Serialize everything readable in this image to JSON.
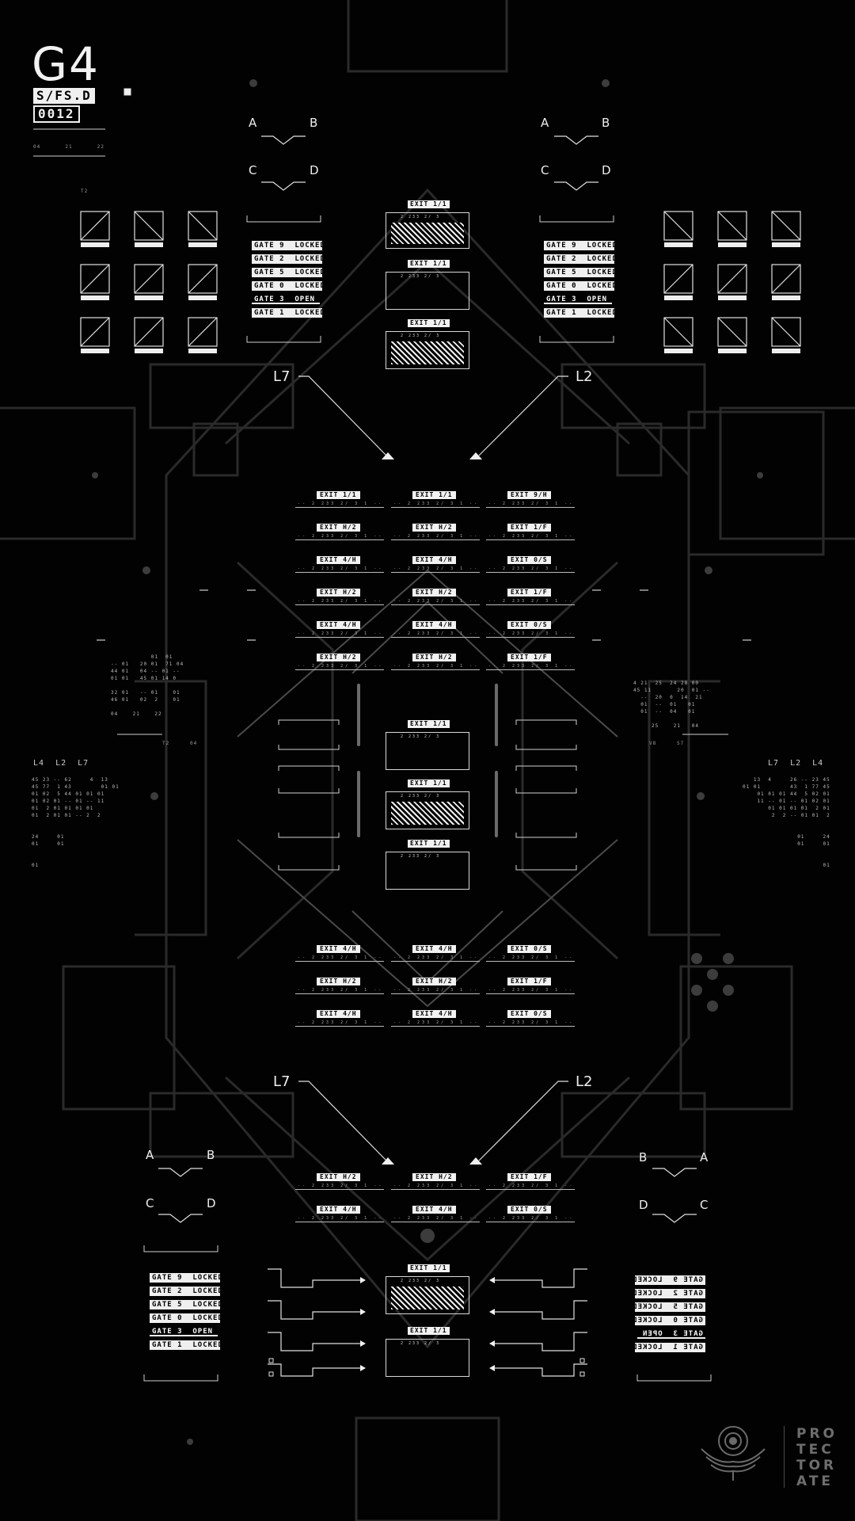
{
  "header": {
    "code": "G4",
    "tag1": "S/FS.D",
    "tag2": "0012",
    "meta": [
      "04",
      "21",
      "22"
    ],
    "grid_label": "T2"
  },
  "quadrant_labels": {
    "a": "A",
    "b": "B",
    "c": "C",
    "d": "D"
  },
  "gates": [
    {
      "name": "GATE 9",
      "status": "LOCKED"
    },
    {
      "name": "GATE 2",
      "status": "LOCKED"
    },
    {
      "name": "GATE 5",
      "status": "LOCKED"
    },
    {
      "name": "GATE 0",
      "status": "LOCKED"
    },
    {
      "name": "GATE 3",
      "status": "OPEN"
    },
    {
      "name": "GATE 1",
      "status": "LOCKED"
    }
  ],
  "markers": {
    "left": "L7",
    "right": "L2",
    "side_left": "L4  L2  L7",
    "side_right": "L7  L2  L4"
  },
  "exit_top": [
    "EXIT 1/1",
    "EXIT 1/1",
    "EXIT 1/1"
  ],
  "exit_box_caption": "2  233 2/ 3",
  "grid_rows": [
    [
      "EXIT 1/1",
      "EXIT 1/1",
      "EXIT 9/H"
    ],
    [
      "EXIT H/2",
      "EXIT H/2",
      "EXIT 1/F"
    ],
    [
      "EXIT 4/H",
      "EXIT 4/H",
      "EXIT 0/S"
    ],
    [
      "EXIT H/2",
      "EXIT H/2",
      "EXIT 1/F"
    ],
    [
      "EXIT 4/H",
      "EXIT 4/H",
      "EXIT 0/S"
    ],
    [
      "EXIT H/2",
      "EXIT H/2",
      "EXIT 1/F"
    ]
  ],
  "row_caption": "-- 2  233 2/ 3  1  --",
  "exit_mid": [
    "EXIT 1/1",
    "EXIT 1/1",
    "EXIT 1/1"
  ],
  "grid_rows_lower": [
    [
      "EXIT 4/H",
      "EXIT 4/H",
      "EXIT 0/S"
    ],
    [
      "EXIT H/2",
      "EXIT H/2",
      "EXIT 1/F"
    ],
    [
      "EXIT 4/H",
      "EXIT 4/H",
      "EXIT 0/S"
    ]
  ],
  "grid_rows_bottom": [
    [
      "EXIT H/2",
      "EXIT H/2",
      "EXIT 1/F"
    ],
    [
      "EXIT 4/H",
      "EXIT 4/H",
      "EXIT 0/S"
    ]
  ],
  "exit_bottom": [
    "EXIT 1/1",
    "EXIT 1/1"
  ],
  "side_codes": [
    "T2",
    "04",
    "V8",
    "S7"
  ],
  "logo": {
    "line1": "PRO",
    "line2": "TEC",
    "line3": "TOR",
    "line4": "ATE"
  },
  "colors": {
    "accent": "#f0f0f0",
    "alert": "#d0435a",
    "background": "#020202"
  }
}
